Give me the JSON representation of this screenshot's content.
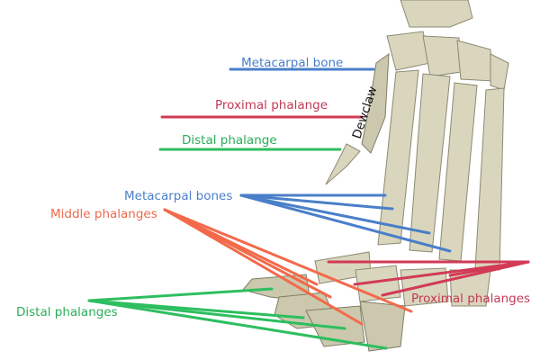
{
  "labels": {
    "metacarpal_bone": "Metacarpal bone",
    "proximal_phalange": "Proximal phalange",
    "distal_phalange": "Distal phalange",
    "dewclaw": "Dewclaw",
    "metacarpal_bones": "Metacarpal bones",
    "middle_phalanges": "Middle phalanges",
    "proximal_phalanges": "Proximal phalanges",
    "distal_phalanges": "Distal phalanges"
  },
  "colors": {
    "blue": "#4a7fc9",
    "red": "#d23a55",
    "green": "#2dbe5f",
    "orange": "#f26a4a"
  }
}
